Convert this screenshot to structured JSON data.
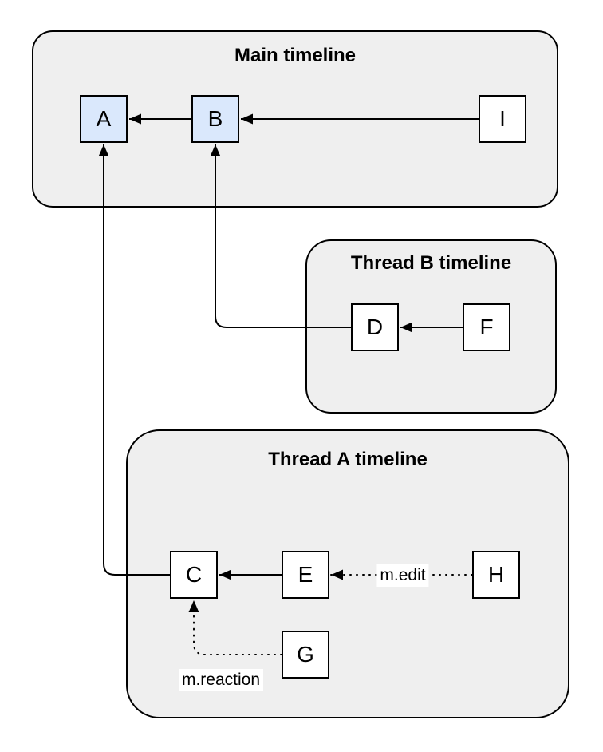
{
  "diagram": {
    "groups": [
      {
        "id": "main",
        "title": "Main timeline"
      },
      {
        "id": "thread_b",
        "title": "Thread B timeline"
      },
      {
        "id": "thread_a",
        "title": "Thread A timeline"
      }
    ],
    "nodes": [
      {
        "id": "A",
        "label": "A",
        "group": "main",
        "highlighted": true
      },
      {
        "id": "B",
        "label": "B",
        "group": "main",
        "highlighted": true
      },
      {
        "id": "I",
        "label": "I",
        "group": "main",
        "highlighted": false
      },
      {
        "id": "D",
        "label": "D",
        "group": "thread_b",
        "highlighted": false
      },
      {
        "id": "F",
        "label": "F",
        "group": "thread_b",
        "highlighted": false
      },
      {
        "id": "C",
        "label": "C",
        "group": "thread_a",
        "highlighted": false
      },
      {
        "id": "E",
        "label": "E",
        "group": "thread_a",
        "highlighted": false
      },
      {
        "id": "H",
        "label": "H",
        "group": "thread_a",
        "highlighted": false
      },
      {
        "id": "G",
        "label": "G",
        "group": "thread_a",
        "highlighted": false
      }
    ],
    "edges": [
      {
        "from": "B",
        "to": "A",
        "style": "solid",
        "label": ""
      },
      {
        "from": "I",
        "to": "B",
        "style": "solid",
        "label": ""
      },
      {
        "from": "F",
        "to": "D",
        "style": "solid",
        "label": ""
      },
      {
        "from": "D",
        "to": "B",
        "style": "solid",
        "label": ""
      },
      {
        "from": "E",
        "to": "C",
        "style": "solid",
        "label": ""
      },
      {
        "from": "C",
        "to": "A",
        "style": "solid",
        "label": ""
      },
      {
        "from": "H",
        "to": "E",
        "style": "dotted",
        "label": "m.edit"
      },
      {
        "from": "G",
        "to": "C",
        "style": "dotted",
        "label": "m.reaction"
      }
    ],
    "colors": {
      "bg": "#ffffff",
      "group_fill": "#efefef",
      "node_fill": "#ffffff",
      "highlight_fill": "#dae8fc",
      "stroke": "#000000"
    }
  }
}
